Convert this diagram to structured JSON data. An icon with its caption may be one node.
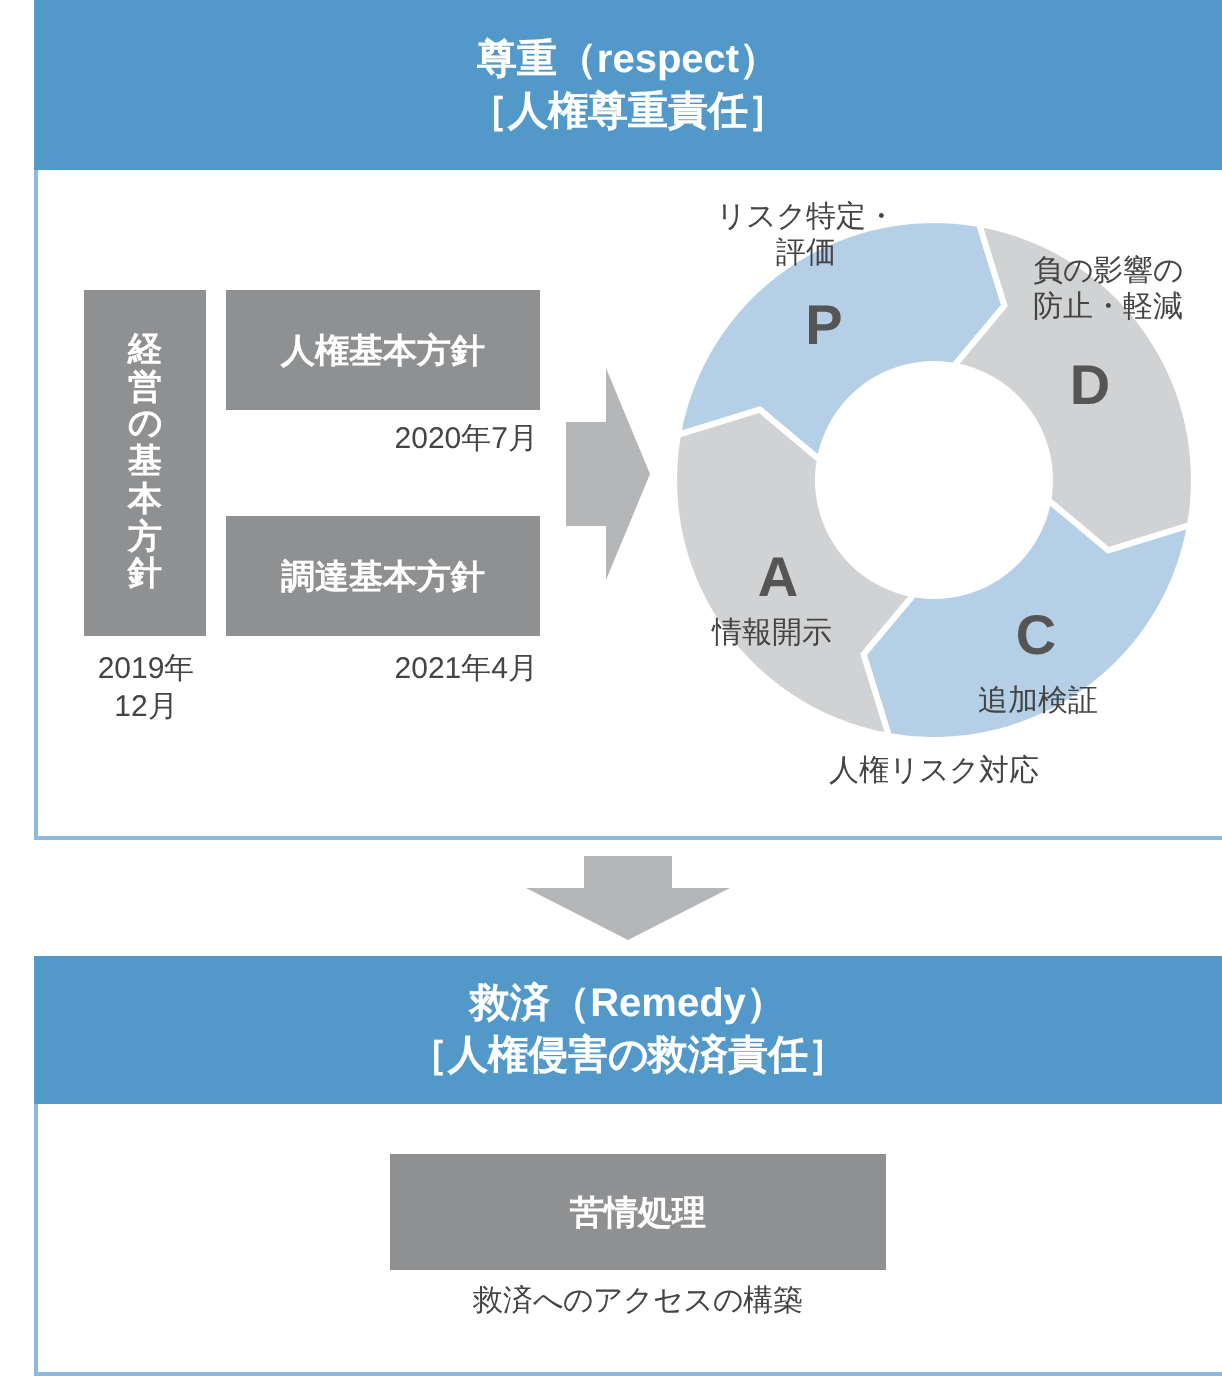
{
  "diagram": {
    "nodes": [
      {
        "text": [
          "尊重（respect）",
          "［人権尊重責任］"
        ]
      },
      {
        "text": [
          "経営の基本方針"
        ],
        "in": 0,
        "beside": [
          "2019年12月"
        ]
      },
      {
        "text": [
          "人権基本方針"
        ],
        "in": 0,
        "beside": [
          "2020年7月"
        ]
      },
      {
        "text": [
          "調達基本方針"
        ],
        "in": 0,
        "beside": [
          "2021年4月"
        ]
      },
      {
        "text": [
          "リスク特定・評価",
          "P"
        ],
        "in": 0
      },
      {
        "text": [
          "負の影響の防止・軽減",
          "D"
        ],
        "in": 0
      },
      {
        "text": [
          "C",
          "追加検証"
        ],
        "in": 0
      },
      {
        "text": [
          "A",
          "情報開示"
        ],
        "in": 0
      },
      {
        "text": [
          "救済（Remedy）",
          "［人権侵害の救済責任］"
        ]
      },
      {
        "text": [
          "苦情処理"
        ],
        "in": 8,
        "beside": [
          "救済へのアクセスの構築"
        ]
      }
    ],
    "edges": [
      {
        "from": null,
        "to": 7,
        "arrow": "to"
      },
      {
        "from": 0,
        "to": 8,
        "arrow": "to"
      }
    ],
    "labels": [
      "人権リスク対応"
    ]
  }
}
